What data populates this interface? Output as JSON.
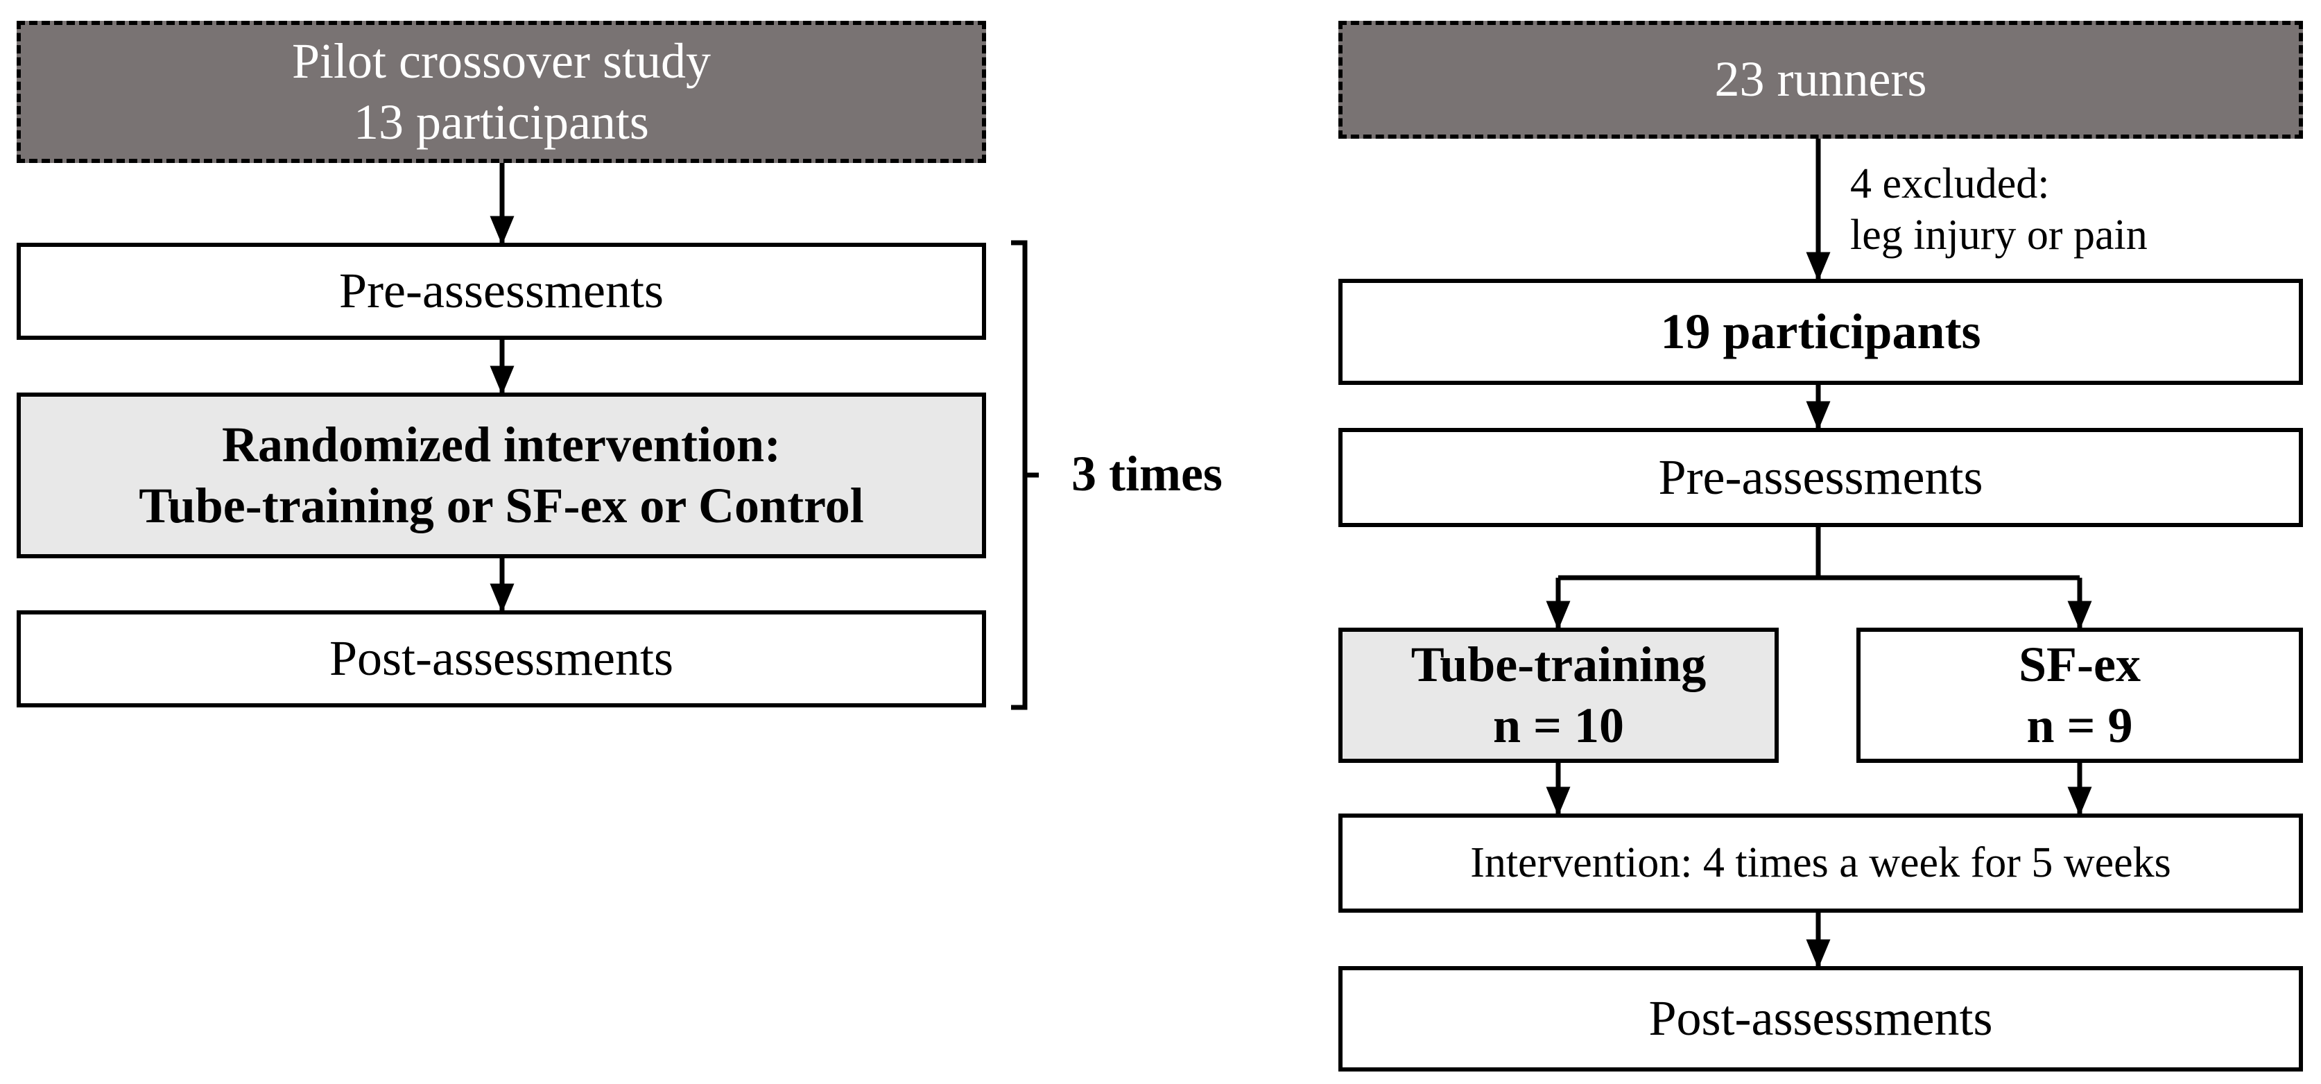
{
  "left_flow": {
    "start": {
      "line1": "Pilot crossover study",
      "line2": "13 participants"
    },
    "pre": "Pre-assessments",
    "intervention": {
      "line1": "Randomized intervention:",
      "line2": "Tube-training or SF-ex or Control"
    },
    "post": "Post-assessments",
    "repeat_label": "3 times"
  },
  "right_flow": {
    "start": "23 runners",
    "excluded": {
      "line1": "4 excluded:",
      "line2": "leg injury or pain"
    },
    "participants": "19 participants",
    "pre": "Pre-assessments",
    "group_a": {
      "name": "Tube-training",
      "n": "n = 10"
    },
    "group_b": {
      "name": "SF-ex",
      "n": "n = 9"
    },
    "intervention": "Intervention: 4 times a week for 5 weeks",
    "post": "Post-assessments"
  },
  "colors": {
    "start_box_fill": "#797373",
    "highlight_box_fill": "#e8e8e8",
    "line_color": "#000000"
  }
}
